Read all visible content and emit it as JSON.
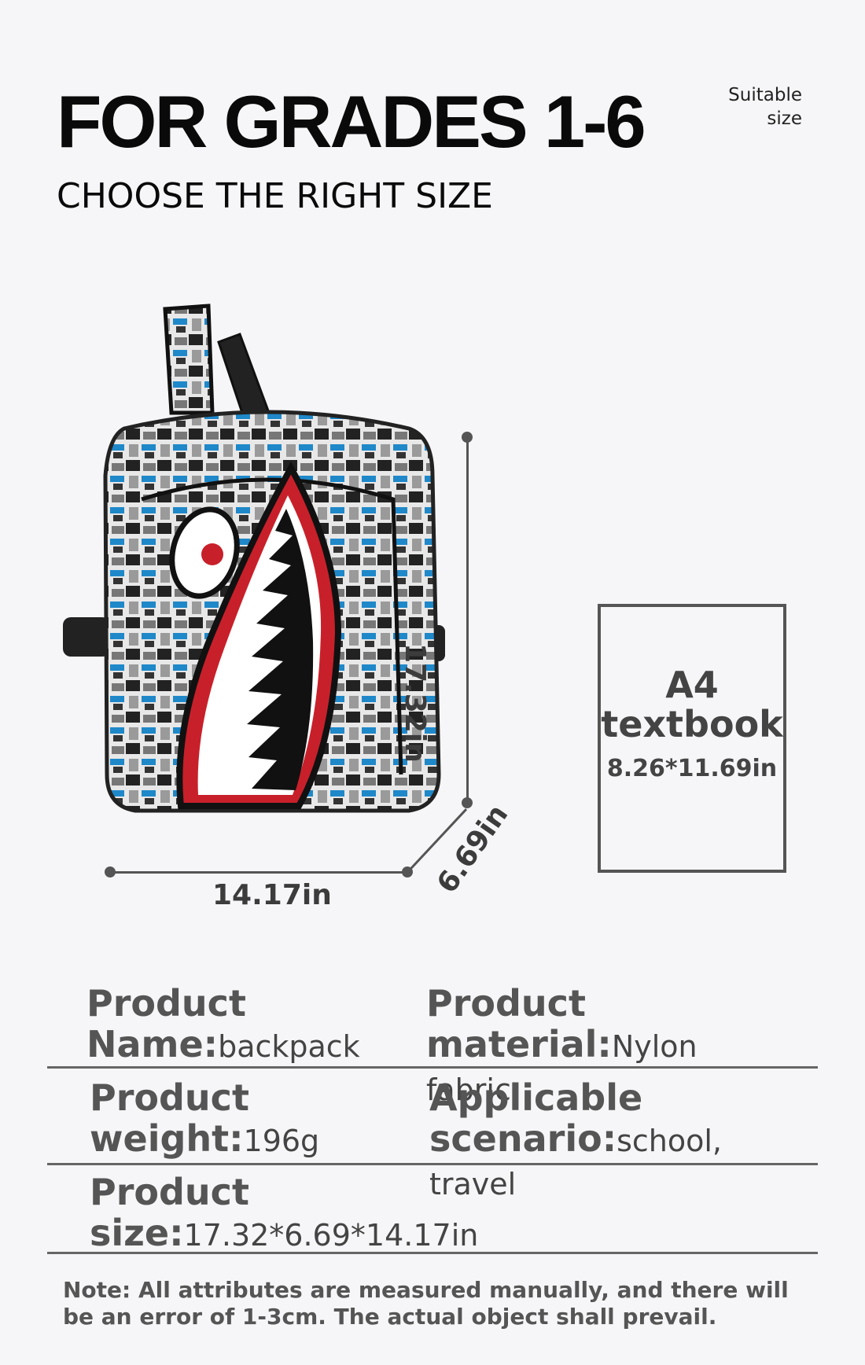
{
  "header": {
    "title": "FOR GRADES 1-6",
    "subtitle": "CHOOSE THE RIGHT SIZE",
    "badge_line1": "Suitable",
    "badge_line2": "size"
  },
  "dimensions": {
    "width": "14.17in",
    "height": "17.32in",
    "depth": "6.69in"
  },
  "a4": {
    "line1": "A4",
    "line2": "textbook",
    "size": "8.26*11.69in"
  },
  "specs": [
    {
      "label1": "Product",
      "label2": "Name:",
      "value": "backpack"
    },
    {
      "label1": "Product",
      "label2": "material:",
      "value": "Nylon fabric"
    },
    {
      "label1": "Product",
      "label2": "weight:",
      "value": "196g"
    },
    {
      "label1": "Applicable",
      "label2": "scenario:",
      "value": "school, travel"
    },
    {
      "label1": "Product",
      "label2": "size:",
      "value": "17.32*6.69*14.17in"
    }
  ],
  "note": "Note: All attributes are measured manually, and there will be an error of 1-3cm. The actual object shall prevail.",
  "colors": {
    "accent_blue": "#1f88c9",
    "shark_red": "#c8202a",
    "line_gray": "#555555"
  }
}
